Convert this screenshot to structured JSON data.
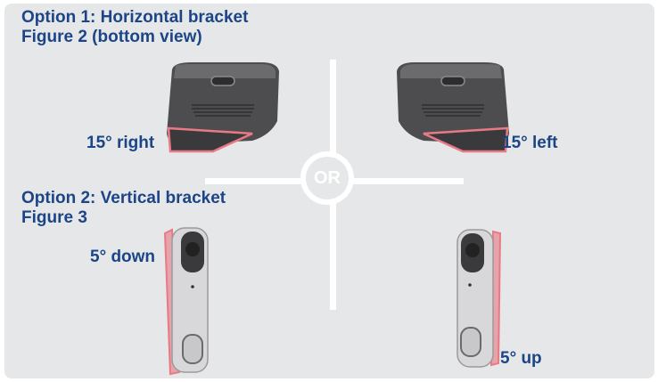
{
  "option1": {
    "heading_line1": "Option 1: Horizontal bracket",
    "heading_line2": "Figure 2 (bottom view)",
    "left_label": "15° right",
    "right_label": "15° left"
  },
  "option2": {
    "heading_line1": "Option 2: Vertical bracket",
    "heading_line2": "Figure 3",
    "left_label": "5° down",
    "right_label": "5° up"
  },
  "divider": {
    "or_text": "OR"
  },
  "colors": {
    "heading": "#1c4587",
    "bracket_outline": "#e87a86",
    "panel": "#e6e7e8",
    "device_dark": "#4a4a4a"
  },
  "illustrations": [
    "doorbell-bottom-view-right-tilt",
    "doorbell-bottom-view-left-tilt",
    "doorbell-front-down-tilt",
    "doorbell-front-up-tilt"
  ]
}
